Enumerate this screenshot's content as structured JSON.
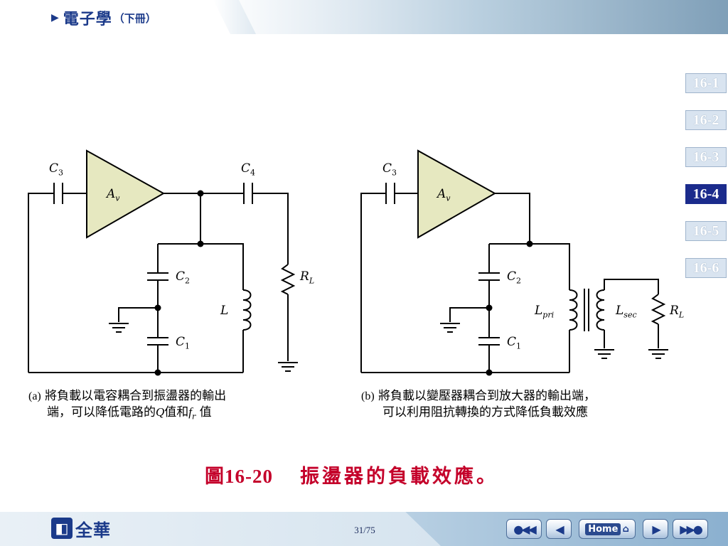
{
  "header": {
    "title": "電子學",
    "subtitle": "（下冊）"
  },
  "nav": {
    "items": [
      "16-1",
      "16-2",
      "16-3",
      "16-4",
      "16-5",
      "16-6"
    ],
    "active": "16-4"
  },
  "figure": {
    "a": {
      "tag": "(a)",
      "line1": "將負載以電容耦合到振盪器的輸出",
      "line2_pre": "端，可以降低電路的",
      "q_symbol": "Q",
      "line2_mid": "值和",
      "fr_symbol": "f",
      "fr_sub": "r",
      "line2_post": " 值",
      "labels": {
        "c3": "C3",
        "c4": "C4",
        "av": "Av",
        "c2": "C2",
        "c1": "C1",
        "l": "L",
        "rl": "RL"
      }
    },
    "b": {
      "tag": "(b)",
      "line1": "將負載以變壓器耦合到放大器的輸出端，",
      "line2": "可以利用阻抗轉換的方式降低負載效應",
      "labels": {
        "c3": "C3",
        "av": "Av",
        "c2": "C2",
        "c1": "C1",
        "lpri": "Lpri",
        "lsec": "Lsec",
        "rl": "RL"
      }
    },
    "caption_number": "圖16-20",
    "caption_text": "振盪器的負載效應。"
  },
  "footer": {
    "brand": "全華",
    "page": "31/75",
    "buttons": {
      "first": "first",
      "prev": "prev",
      "home": "Home",
      "next": "next",
      "last": "last"
    }
  },
  "colors": {
    "title_blue": "#1b3a8a",
    "nav_active": "#1b2b8c",
    "caption_red": "#c4002a",
    "amp_fill": "#e6e8c0"
  }
}
